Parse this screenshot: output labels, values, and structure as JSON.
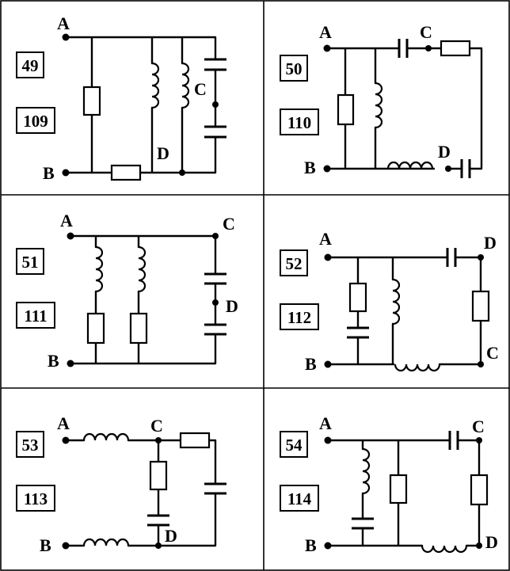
{
  "panels": [
    {
      "numbers": [
        "49",
        "109"
      ],
      "labels": {
        "A": "A",
        "B": "B",
        "C": "C",
        "D": "D"
      }
    },
    {
      "numbers": [
        "50",
        "110"
      ],
      "labels": {
        "A": "A",
        "B": "B",
        "C": "C",
        "D": "D"
      }
    },
    {
      "numbers": [
        "51",
        "111"
      ],
      "labels": {
        "A": "A",
        "B": "B",
        "C": "C",
        "D": "D"
      }
    },
    {
      "numbers": [
        "52",
        "112"
      ],
      "labels": {
        "A": "A",
        "B": "B",
        "C": "C",
        "D": "D"
      }
    },
    {
      "numbers": [
        "53",
        "113"
      ],
      "labels": {
        "A": "A",
        "B": "B",
        "C": "C",
        "D": "D"
      }
    },
    {
      "numbers": [
        "54",
        "114"
      ],
      "labels": {
        "A": "A",
        "B": "B",
        "C": "C",
        "D": "D"
      }
    }
  ]
}
